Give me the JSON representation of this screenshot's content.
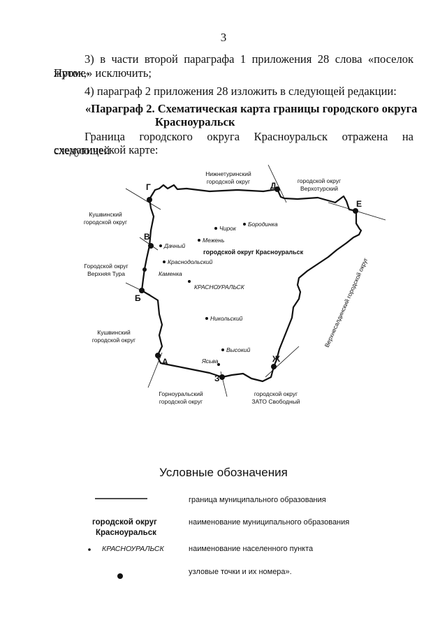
{
  "page_number": "3",
  "paragraphs": {
    "p1_line1": "3) в части второй параграфа 1 приложения 28 слова «поселок Проме-",
    "p1_line2": "жуток,» исключить;",
    "p2": "4) параграф 2 приложения 28 изложить в следующей редакции:",
    "heading_line1": "«Параграф 2. Схематическая карта границы городского округа",
    "heading_line2": "Красноуральск",
    "p3_line1": "Граница городского округа Красноуральск отражена на следующей",
    "p3_line2": "схематической карте:"
  },
  "map": {
    "neighbors": {
      "nizhneturinsky_1": "Нижнетуринский",
      "nizhneturinsky_2": "городской округ",
      "verkhotursky_1": "городской округ",
      "verkhotursky_2": "Верхотурский",
      "kushvinsky_top_1": "Кушвинский",
      "kushvinsky_top_2": "городской округ",
      "verkhnyaya_tura_1": "Городской округ",
      "verkhnyaya_tura_2": "Верхняя Тура",
      "kushvinsky_bottom_1": "Кушвинский",
      "kushvinsky_bottom_2": "городской округ",
      "gornouralsky_1": "Горноуральский",
      "gornouralsky_2": "городской округ",
      "zato_1": "городской округ",
      "zato_2": "ЗАТО Свободный",
      "verkhnesaldinsky": "Верхнесалдинский городской округ"
    },
    "district_name": "городской округ Красноуральск",
    "city_name": "КРАСНОУРАЛЬСК",
    "settlements": {
      "borodinka": "Бородинка",
      "chirok": "Чирок",
      "mezhen": "Межень",
      "dachny": "Дачный",
      "krasnodolsky": "Краснодольский",
      "kamenka": "Каменка",
      "nikolsky": "Никольский",
      "vysokiy": "Высокий",
      "yasva": "Ясьва"
    },
    "nodes": {
      "g": "Г",
      "d": "Д",
      "e": "Е",
      "v": "В",
      "b": "Б",
      "a": "А",
      "z": "З",
      "zh": "Ж"
    }
  },
  "legend": {
    "title": "Условные обозначения",
    "boundary_label": "граница муниципального образования",
    "name_sample_1": "городской округ",
    "name_sample_2": "Красноуральск",
    "name_label": "наименование муниципального образования",
    "settlement_sample": "КРАСНОУРАЛЬСК",
    "settlement_label": "наименование населенного пункта",
    "node_label": "узловые точки и их номера»."
  }
}
